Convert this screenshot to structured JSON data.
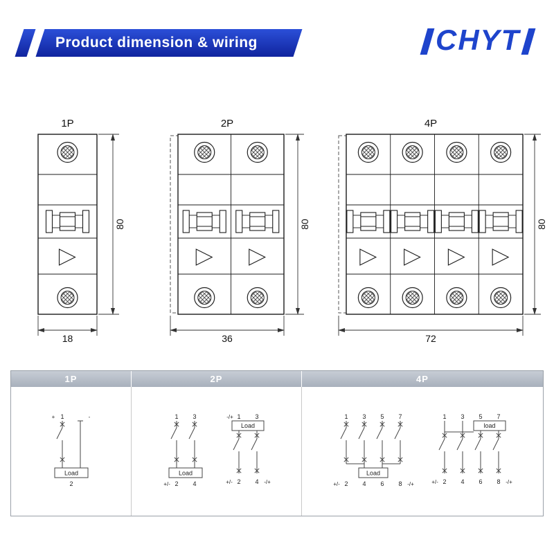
{
  "header": {
    "title": "Product dimension & wiring",
    "logo_text": "CHYT"
  },
  "colors": {
    "banner_blue": "#10249e",
    "logo_blue": "#1e44cc",
    "table_header_gray": "#aab2bd"
  },
  "drawings": [
    {
      "label": "1P",
      "poles": 1,
      "width_mm": "18",
      "height_mm": "80"
    },
    {
      "label": "2P",
      "poles": 2,
      "width_mm": "36",
      "height_mm": "80"
    },
    {
      "label": "4P",
      "poles": 4,
      "width_mm": "72",
      "height_mm": "80"
    }
  ],
  "wiring_table": {
    "columns": [
      {
        "header": "1P",
        "diagrams": [
          {
            "style": "load-bottom",
            "plain_return": true,
            "top_labels": [
              "1"
            ],
            "bottom_labels": [
              "2"
            ],
            "load_label": "Load",
            "marks": [
              {
                "text": "+",
                "pos": "tl"
              },
              {
                "text": "-",
                "pos": "tr"
              }
            ]
          }
        ]
      },
      {
        "header": "2P",
        "diagrams": [
          {
            "style": "load-bottom",
            "top_labels": [
              "1",
              "3"
            ],
            "bottom_labels": [
              "2",
              "4"
            ],
            "load_label": "Load",
            "marks": [
              {
                "text": "+/-",
                "pos": "bl"
              }
            ]
          },
          {
            "style": "load-top",
            "top_labels": [
              "1",
              "3"
            ],
            "bottom_labels": [
              "2",
              "4"
            ],
            "load_label": "Load",
            "marks": [
              {
                "text": "-/+",
                "pos": "tl"
              },
              {
                "text": "+/-",
                "pos": "bl"
              },
              {
                "text": "-/+",
                "pos": "br"
              }
            ]
          }
        ]
      },
      {
        "header": "4P",
        "diagrams": [
          {
            "style": "load-bottom",
            "top_labels": [
              "1",
              "3",
              "5",
              "7"
            ],
            "bottom_labels": [
              "2",
              "4",
              "6",
              "8"
            ],
            "load_label": "Load",
            "marks": [
              {
                "text": "+/-",
                "pos": "bl"
              },
              {
                "text": "-/+",
                "pos": "br"
              }
            ]
          },
          {
            "style": "load-top",
            "top_labels": [
              "1",
              "3",
              "5",
              "7"
            ],
            "bottom_labels": [
              "2",
              "4",
              "6",
              "8"
            ],
            "load_label": "load",
            "marks": [
              {
                "text": "+/-",
                "pos": "bl"
              },
              {
                "text": "-/+",
                "pos": "br"
              }
            ]
          }
        ]
      }
    ]
  }
}
